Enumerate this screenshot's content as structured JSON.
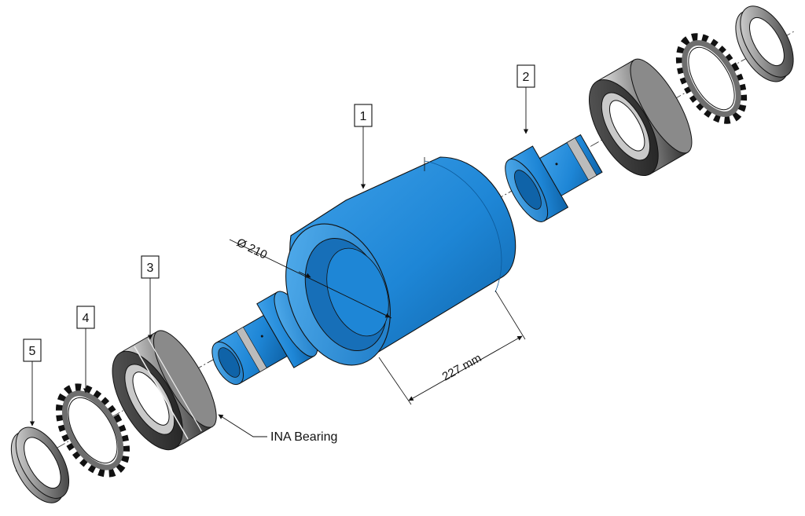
{
  "colors": {
    "part_blue": "#1e86d6",
    "part_blue_dark": "#0f63a8",
    "part_blue_light": "#46a6ea",
    "steel_dark": "#3a3a3a",
    "steel_light": "#cfcfcf",
    "outline": "#111111"
  },
  "callouts": [
    {
      "id": "1",
      "text": "1"
    },
    {
      "id": "2",
      "text": "2"
    },
    {
      "id": "3",
      "text": "3"
    },
    {
      "id": "4",
      "text": "4"
    },
    {
      "id": "5",
      "text": "5"
    }
  ],
  "dimensions": {
    "diameter": "Ø 210",
    "length": "227 mm"
  },
  "annotations": {
    "bearing": "INA Bearing"
  }
}
